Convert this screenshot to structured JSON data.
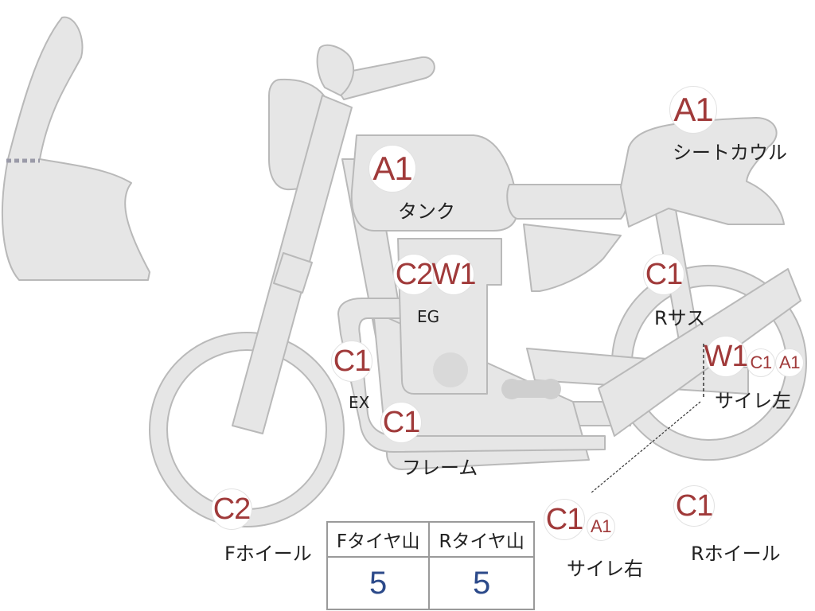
{
  "grades": {
    "seat_cowl": "A1",
    "tank": "A1",
    "engine_1": "C2",
    "engine_2": "W1",
    "rear_suspension": "C1",
    "exhaust": "C1",
    "frame": "C1",
    "muffler_left_1": "W1",
    "muffler_left_2": "C1",
    "muffler_left_3": "A1",
    "front_wheel": "C2",
    "muffler_right_1": "C1",
    "muffler_right_2": "A1",
    "rear_wheel": "C1"
  },
  "labels": {
    "seat_cowl": "シートカウル",
    "tank": "タンク",
    "engine": "EG",
    "rear_suspension": "Rサス",
    "exhaust": "EX",
    "frame": "フレーム",
    "muffler_left": "サイレ左",
    "front_wheel": "Fホイール",
    "muffler_right": "サイレ右",
    "rear_wheel": "Rホイール"
  },
  "tread_table": {
    "front_header": "Fタイヤ山",
    "rear_header": "Rタイヤ山",
    "front_value": "5",
    "rear_value": "5"
  },
  "colors": {
    "part_fill": "#e6e6e6",
    "part_stroke": "#b9b9b9",
    "grade_text": "#a03a3a",
    "tread_value": "#2c4a8a"
  }
}
